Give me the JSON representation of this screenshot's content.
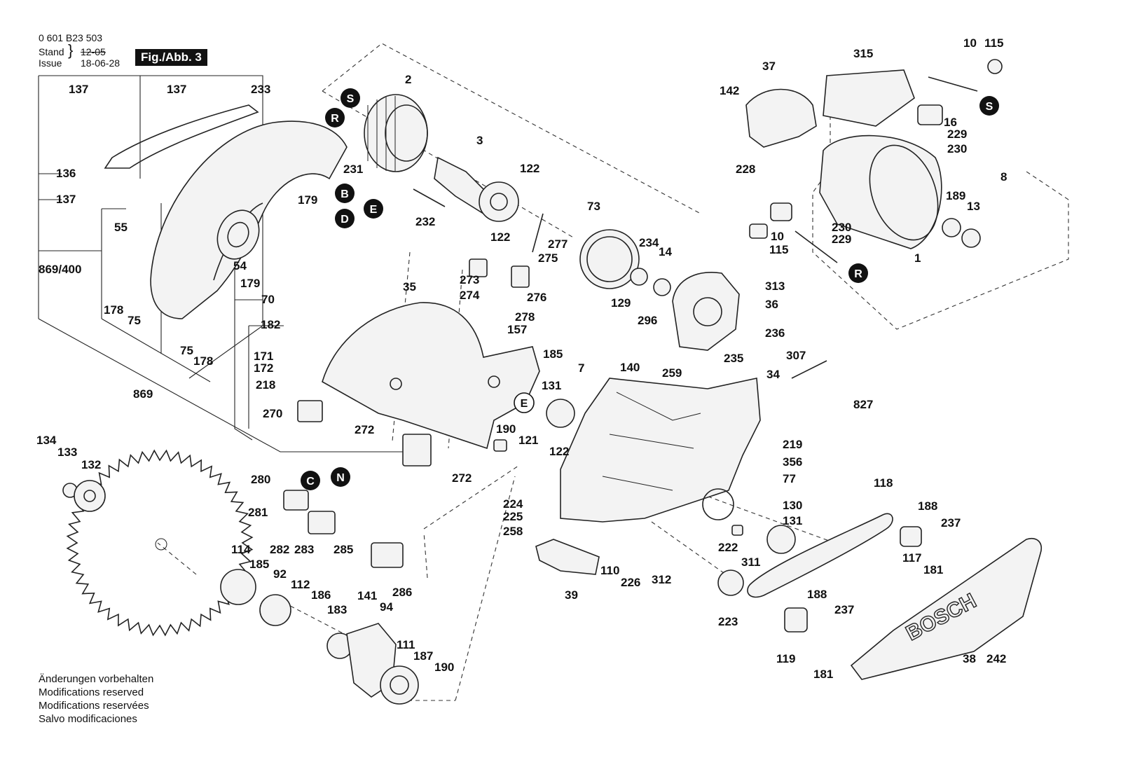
{
  "header": {
    "doc_number": "0 601 B23 503",
    "stand_label": "Stand",
    "stand_value": "12-05",
    "issue_label": "Issue",
    "issue_value": "18-06-28",
    "figure_label": "Fig./Abb. 3"
  },
  "notes": [
    "Änderungen vorbehalten",
    "Modifications reserved",
    "Modifications reservées",
    "Salvo modificaciones"
  ],
  "brand_text": "BOSCH",
  "part_labels": [
    "137",
    "137",
    "233",
    "136",
    "137",
    "55",
    "869/400",
    "54",
    "179",
    "178",
    "75",
    "75",
    "178",
    "70",
    "182",
    "171",
    "172",
    "218",
    "869",
    "179",
    "2",
    "3",
    "122",
    "231",
    "232",
    "122",
    "277",
    "275",
    "273",
    "274",
    "276",
    "278",
    "157",
    "35",
    "270",
    "272",
    "272",
    "73",
    "234",
    "14",
    "129",
    "296",
    "313",
    "36",
    "236",
    "235",
    "307",
    "185",
    "7",
    "140",
    "259",
    "34",
    "131",
    "827",
    "190",
    "121",
    "122",
    "219",
    "356",
    "77",
    "224",
    "225",
    "258",
    "130",
    "131",
    "118",
    "188",
    "237",
    "117",
    "181",
    "222",
    "311",
    "110",
    "226",
    "312",
    "39",
    "223",
    "188",
    "237",
    "119",
    "181",
    "38",
    "242",
    "134",
    "133",
    "132",
    "280",
    "281",
    "282",
    "283",
    "285",
    "286",
    "114",
    "185",
    "92",
    "112",
    "186",
    "183",
    "141",
    "94",
    "111",
    "187",
    "190",
    "315",
    "37",
    "142",
    "10",
    "115",
    "16",
    "229",
    "230",
    "228",
    "8",
    "1",
    "189",
    "13",
    "10",
    "230",
    "229",
    "115"
  ],
  "circle_markers": [
    "S",
    "R",
    "B",
    "D",
    "E",
    "S",
    "R",
    "E",
    "C",
    "N"
  ],
  "colors": {
    "ink": "#111111",
    "background": "#ffffff",
    "marker": "#111111"
  }
}
